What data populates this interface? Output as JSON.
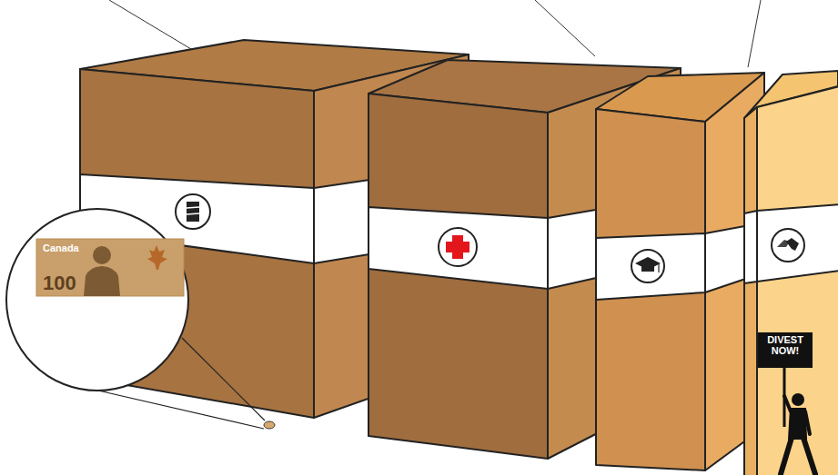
{
  "diagram": {
    "nodes": [
      {
        "text": [
          "Canada",
          "100"
        ]
      },
      {
        "text": [
          "DIVEST NOW!"
        ]
      }
    ]
  }
}
